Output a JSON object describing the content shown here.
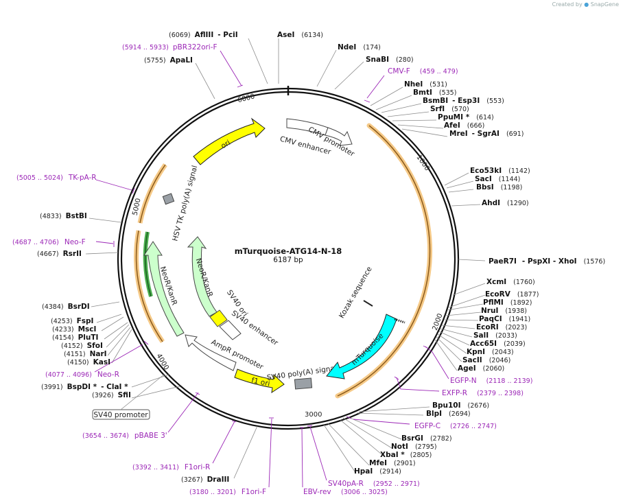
{
  "credit": {
    "prefix": "Created by",
    "brand": "SnapGene"
  },
  "plasmid": {
    "name": "mTurquoise-ATG14-N-18",
    "size": "6187 bp"
  },
  "ticks": [
    "1000",
    "2000",
    "3000",
    "4000",
    "5000",
    "6000"
  ],
  "enzymes": [
    {
      "name": "AflIII",
      "extra": "- PciI",
      "pos": "(6069)"
    },
    {
      "name": "AseI",
      "pos": "(6134)"
    },
    {
      "name": "NdeI",
      "pos": "(174)"
    },
    {
      "name": "SnaBI",
      "pos": "(280)"
    },
    {
      "name": "ApaLI",
      "pos": "(5755)"
    },
    {
      "name": "NheI",
      "pos": "(531)"
    },
    {
      "name": "BmtI",
      "pos": "(535)"
    },
    {
      "name": "BsmBI",
      "extra": "- Esp3I",
      "pos": "(553)"
    },
    {
      "name": "SrfI",
      "pos": "(570)"
    },
    {
      "name": "PpuMI *",
      "pos": "(614)"
    },
    {
      "name": "AfeI",
      "pos": "(666)"
    },
    {
      "name": "MreI",
      "extra": "- SgrAI",
      "pos": "(691)"
    },
    {
      "name": "Eco53kI",
      "pos": "(1142)"
    },
    {
      "name": "SacI",
      "pos": "(1144)"
    },
    {
      "name": "BbsI",
      "pos": "(1198)"
    },
    {
      "name": "AhdI",
      "pos": "(1290)"
    },
    {
      "name": "PaeR7I",
      "extra": "- PspXI  - XhoI",
      "pos": "(1576)"
    },
    {
      "name": "XcmI",
      "pos": "(1760)"
    },
    {
      "name": "EcoRV",
      "pos": "(1877)"
    },
    {
      "name": "PflMI",
      "pos": "(1892)"
    },
    {
      "name": "NruI",
      "pos": "(1938)"
    },
    {
      "name": "PaqCI",
      "pos": "(1941)"
    },
    {
      "name": "EcoRI",
      "pos": "(2023)"
    },
    {
      "name": "SalI",
      "pos": "(2033)"
    },
    {
      "name": "Acc65I",
      "pos": "(2039)"
    },
    {
      "name": "KpnI",
      "pos": "(2043)"
    },
    {
      "name": "SacII",
      "pos": "(2046)"
    },
    {
      "name": "AgeI",
      "pos": "(2060)"
    },
    {
      "name": "Bpu10I",
      "pos": "(2676)"
    },
    {
      "name": "BlpI",
      "pos": "(2694)"
    },
    {
      "name": "BsrGI",
      "pos": "(2782)"
    },
    {
      "name": "NotI",
      "pos": "(2795)"
    },
    {
      "name": "XbaI *",
      "pos": "(2805)"
    },
    {
      "name": "MfeI",
      "pos": "(2901)"
    },
    {
      "name": "HpaI",
      "pos": "(2914)"
    },
    {
      "name": "DraIII",
      "pos": "(3267)"
    },
    {
      "name": "SfiI",
      "pos": "(3926)"
    },
    {
      "name": "BspDI *",
      "extra": "- ClaI *",
      "pos": "(3991)"
    },
    {
      "name": "KasI",
      "pos": "(4150)"
    },
    {
      "name": "NarI",
      "pos": "(4151)"
    },
    {
      "name": "SfoI",
      "pos": "(4152)"
    },
    {
      "name": "PluTI",
      "pos": "(4154)"
    },
    {
      "name": "MscI",
      "pos": "(4233)"
    },
    {
      "name": "FspI",
      "pos": "(4253)"
    },
    {
      "name": "BsrDI",
      "pos": "(4384)"
    },
    {
      "name": "RsrII",
      "pos": "(4667)"
    },
    {
      "name": "BstBI",
      "pos": "(4833)"
    }
  ],
  "primers": [
    {
      "name": "pBR322ori-F",
      "range": "(5914 .. 5933)"
    },
    {
      "name": "CMV-F",
      "range": "(459 .. 479)"
    },
    {
      "name": "TK-pA-R",
      "range": "(5005 .. 5024)"
    },
    {
      "name": "Neo-F",
      "range": "(4687 .. 4706)"
    },
    {
      "name": "Neo-R",
      "range": "(4077 .. 4096)"
    },
    {
      "name": "pBABE 3'",
      "range": "(3654 .. 3674)"
    },
    {
      "name": "F1ori-R",
      "range": "(3392 .. 3411)"
    },
    {
      "name": "F1ori-F",
      "range": "(3180 .. 3201)"
    },
    {
      "name": "EBV-rev",
      "range": ""
    },
    {
      "name": "SV40pA-R",
      "range": "(2952 .. 2971)"
    },
    {
      "name": "EGFP-C",
      "range": "(2726 .. 2747)"
    },
    {
      "name": "EXFP-R",
      "range": "(2379 .. 2398)"
    },
    {
      "name": "EGFP-N",
      "range": "(2118 .. 2139)"
    },
    {
      "name": "",
      "range": "(3006 .. 3025)"
    }
  ],
  "features": {
    "cmv_enhancer": "CMV enhancer",
    "cmv_promoter": "CMV promoter",
    "ori": "ori",
    "hsv_tk": "HSV TK poly(A) signal",
    "neo_outer": "NeoR/KanR",
    "neo_inner": "NeoR/KanR",
    "sv40_ori": "SV40 ori",
    "sv40_enh": "SV40 enhancer",
    "ampr": "AmpR promoter",
    "f1": "f1 ori",
    "sv40pa": "SV40 poly(A) signal",
    "mturq": "mTurquoise",
    "kozak": "Kozak sequence",
    "sv40_promoter": "SV40 promoter"
  },
  "colors": {
    "ori": "#ffff00",
    "neo": "#ccffcc",
    "mturquoise": "#00ffff",
    "orf": "#f5c987",
    "primer": "#9b26b6",
    "grey_feature": "#9aa0a6"
  }
}
